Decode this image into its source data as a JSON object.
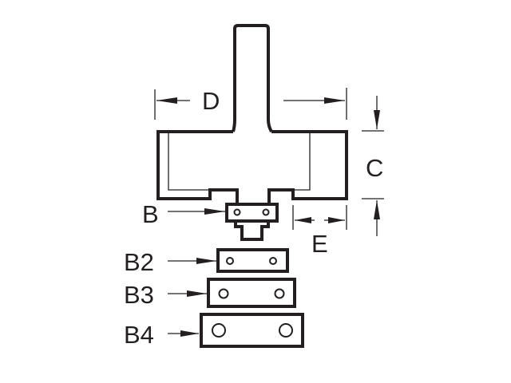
{
  "diagram": {
    "labels": {
      "diameter": "D",
      "cutting_height": "C",
      "bearing": "B",
      "cut_depth": "E",
      "bearing_b2": "B2",
      "bearing_b3": "B3",
      "bearing_b4": "B4"
    },
    "line_color": "#231f20"
  }
}
